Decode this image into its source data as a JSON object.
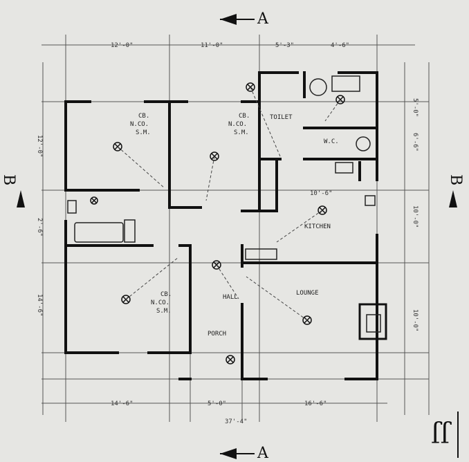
{
  "section_marks": {
    "top": "A",
    "bottom": "A",
    "left": "B",
    "right": "B"
  },
  "rooms": {
    "bedroom_1": [
      "CB.",
      "N.CO.",
      "S.M."
    ],
    "bedroom_2": [
      "CB.",
      "N.CO.",
      "S.M."
    ],
    "bedroom_3": [
      "CB.",
      "N.CO.",
      "S.M."
    ],
    "toilet": "TOILET",
    "wc": "W.C.",
    "kitchen": "KITCHEN",
    "lounge": "LOUNGE",
    "hall": "HALL",
    "porch": "PORCH"
  },
  "dimensions": {
    "top": [
      "12'-0\"",
      "11'-0\"",
      "5'-3\"",
      "4'-6\""
    ],
    "bottom": [
      "14'-6\"",
      "5'-0\"",
      "16'-6\""
    ],
    "overall_bottom": "37'-4\"",
    "left": [
      "12'-0\"",
      "2'-6\"",
      "14'-6\""
    ],
    "right": [
      "5'-0\"",
      "6'-6\"",
      "10'-0\"",
      "10'-0\""
    ],
    "kitchen_note": "10'-6\""
  },
  "corner_mark": "JJ"
}
